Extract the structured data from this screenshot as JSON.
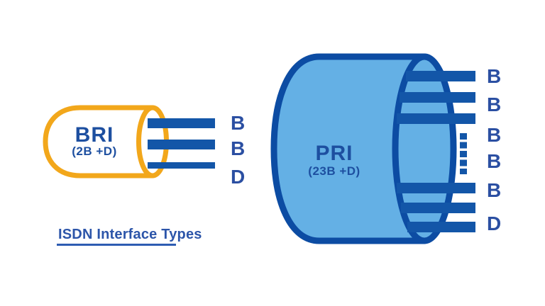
{
  "diagram": {
    "caption": "ISDN Interface Types",
    "bri": {
      "label": "BRI",
      "sublabel": "(2B +D)",
      "channels": [
        "B",
        "B",
        "D"
      ]
    },
    "pri": {
      "label": "PRI",
      "sublabel": "(23B +D)",
      "channels": [
        "B",
        "B",
        "B",
        "B",
        "B",
        "D"
      ],
      "ellipsis_icon": "vertical-dotted-continuation"
    },
    "colors": {
      "bri_outline": "#F2A71B",
      "pri_fill": "#64B0E5",
      "pri_outline": "#0C4CA3",
      "channel_bar": "#1356A8",
      "channel_label": "#2B4FA2",
      "cylinder_text": "#1D4FA0",
      "caption_text": "#2C55A9",
      "background": "#FFFFFF"
    }
  }
}
